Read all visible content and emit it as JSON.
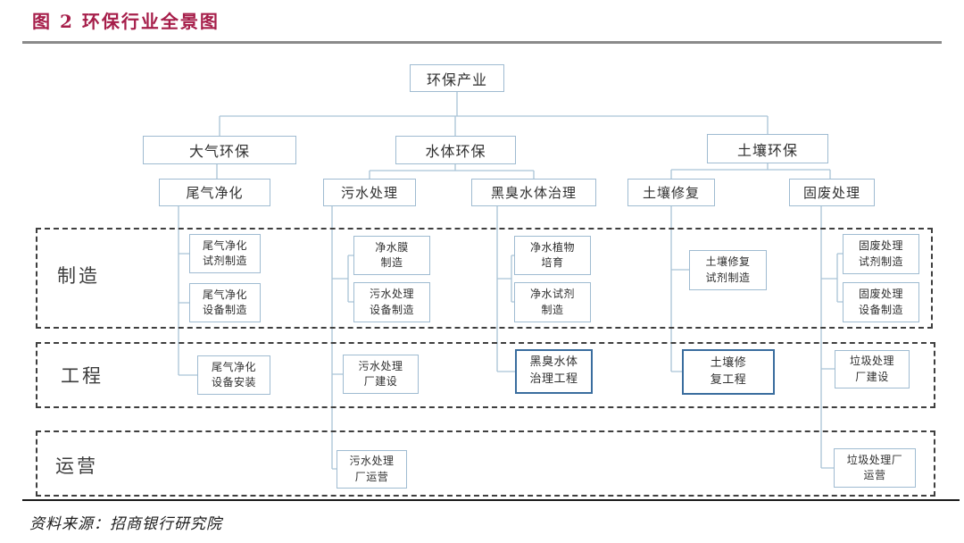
{
  "title": "图 2 环保行业全景图",
  "source": "资料来源：招商银行研究院",
  "colors": {
    "title_accent": "#A61E4A",
    "box_border": "#9FBBD1",
    "highlight_border": "#3A6D9E",
    "connector_line": "#A9C3D6",
    "band_border": "#3f3f3f"
  },
  "diagram": {
    "root": "环保产业",
    "sectors": [
      "大气环保",
      "水体环保",
      "土壤环保"
    ],
    "segments": [
      "尾气净化",
      "污水处理",
      "黑臭水体治理",
      "土壤修复",
      "固废处理"
    ],
    "bands": [
      "制造",
      "工程",
      "运营"
    ],
    "manufacturing": {
      "exhaust_reagent": "尾气净化\n试剂制造",
      "exhaust_equipment": "尾气净化\n设备制造",
      "membrane": "净水膜\n制造",
      "sewage_equipment": "污水处理\n设备制造",
      "plant_cultivation": "净水植物\n培育",
      "water_reagent": "净水试剂\n制造",
      "soil_reagent": "土壤修复\n试剂制造",
      "solid_reagent": "固废处理\n试剂制造",
      "solid_equipment": "固废处理\n设备制造"
    },
    "engineering": {
      "exhaust_install": "尾气净化\n设备安装",
      "sewage_plant_construction": "污水处理\n厂建设",
      "blackwater_engineering": "黑臭水体\n治理工程",
      "soil_remediation_engineering": "土壤修\n复工程",
      "waste_plant_construction": "垃圾处理\n厂建设"
    },
    "operations": {
      "sewage_plant_operation": "污水处理\n厂运营",
      "waste_plant_operation": "垃圾处理厂\n运营"
    }
  }
}
